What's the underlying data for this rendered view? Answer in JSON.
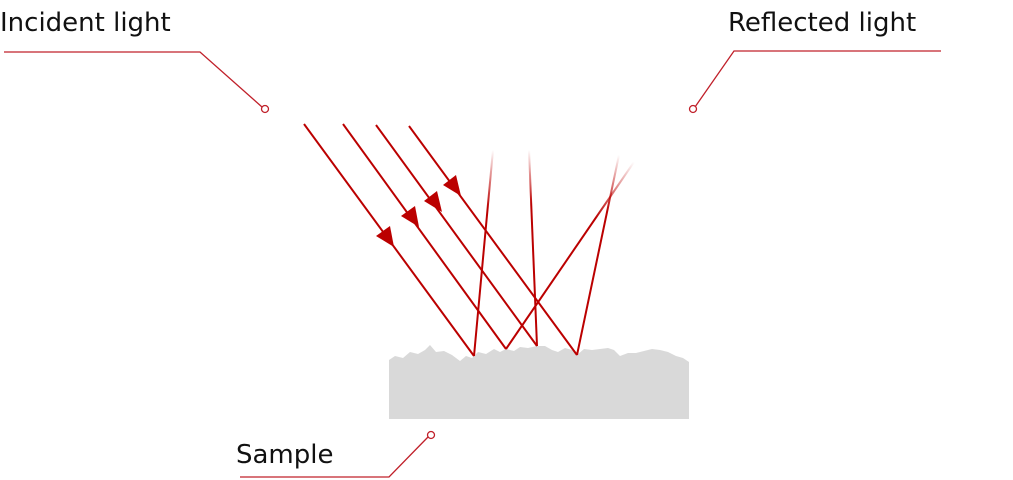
{
  "labels": {
    "incident": "Incident light",
    "reflected": "Reflected light",
    "sample": "Sample"
  },
  "colors": {
    "ray": "#bb0000",
    "leader": "#c0202a",
    "sample_fill": "#d9d9d9",
    "text": "#111111",
    "background": "#ffffff"
  }
}
